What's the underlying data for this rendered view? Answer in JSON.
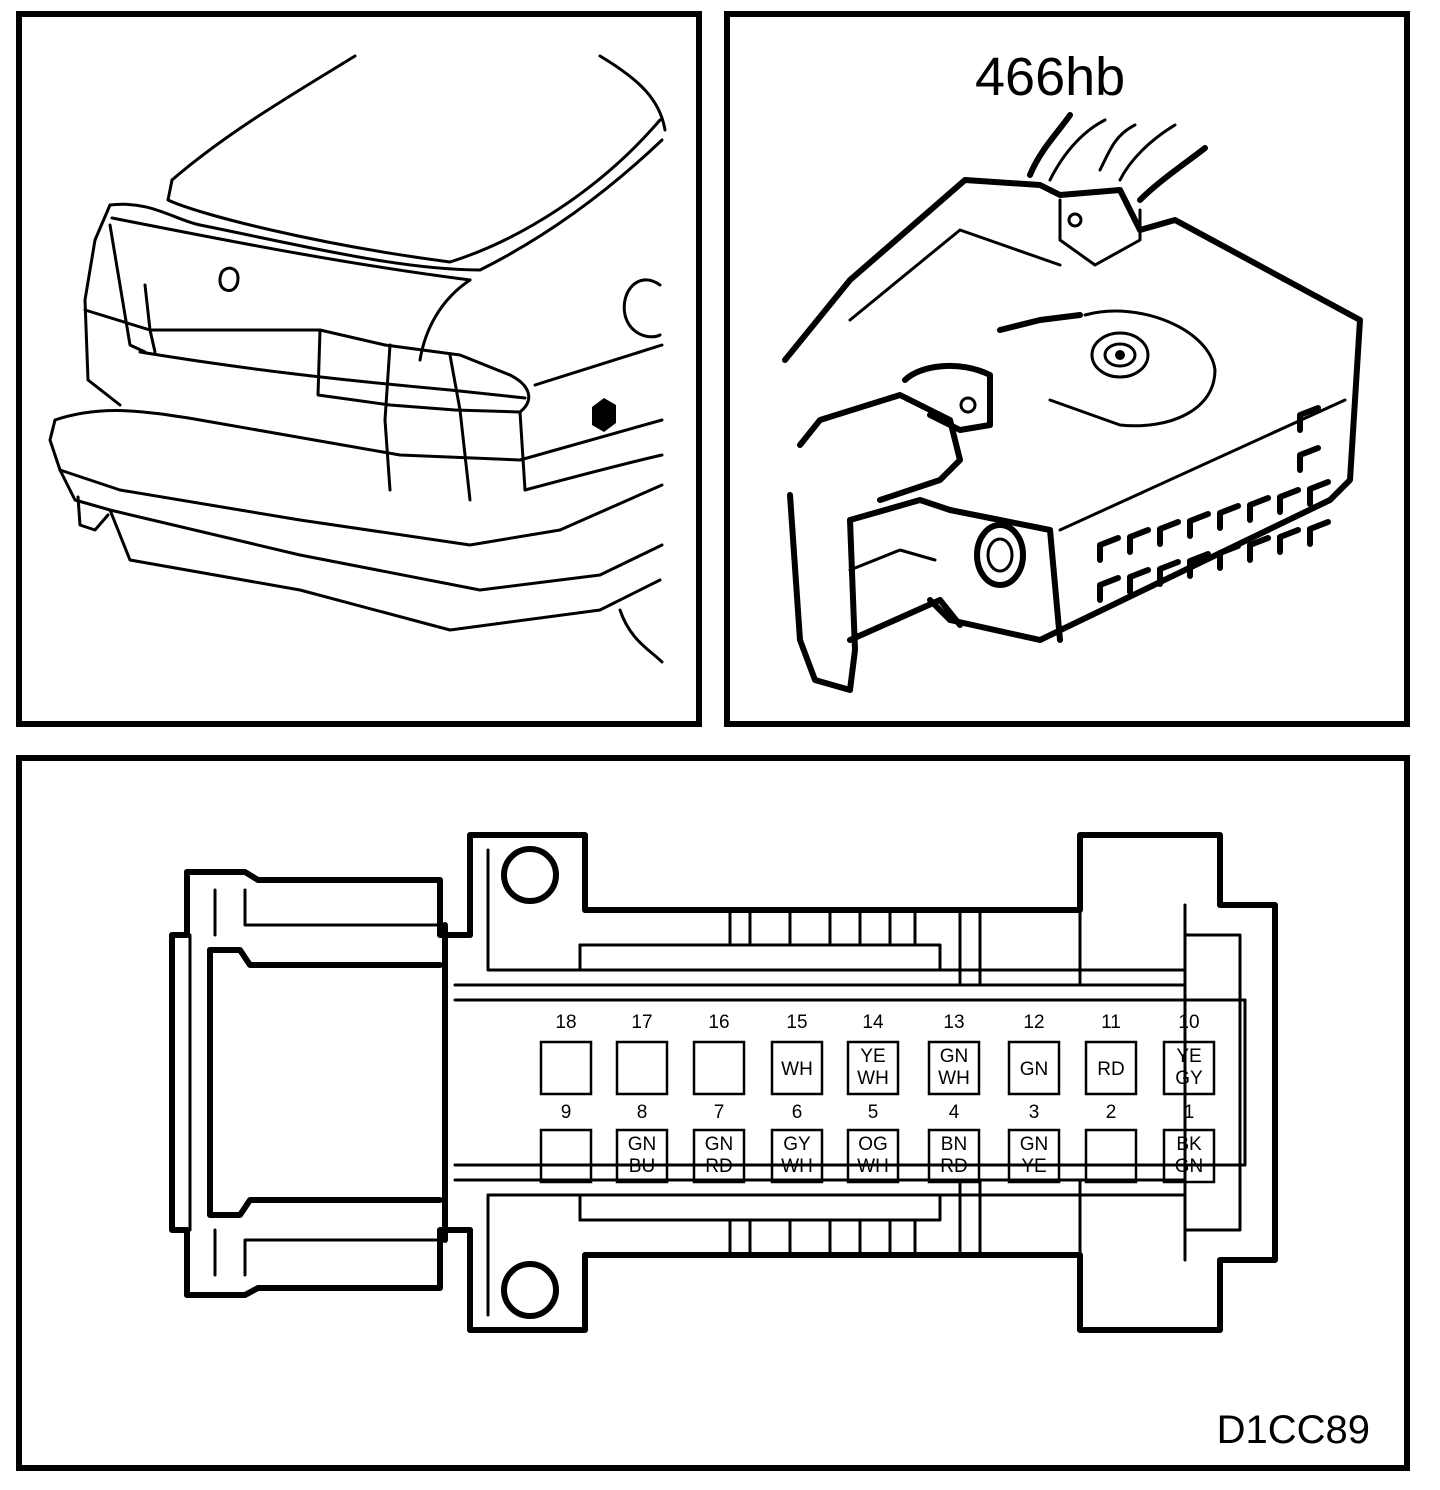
{
  "panels": {
    "connector_label": "466hb",
    "figure_code": "D1CC89"
  },
  "pins": {
    "top_row": [
      {
        "number": "18",
        "colors": []
      },
      {
        "number": "17",
        "colors": []
      },
      {
        "number": "16",
        "colors": []
      },
      {
        "number": "15",
        "colors": [
          "WH"
        ]
      },
      {
        "number": "14",
        "colors": [
          "YE",
          "WH"
        ]
      },
      {
        "number": "13",
        "colors": [
          "GN",
          "WH"
        ]
      },
      {
        "number": "12",
        "colors": [
          "GN"
        ]
      },
      {
        "number": "11",
        "colors": [
          "RD"
        ]
      },
      {
        "number": "10",
        "colors": [
          "YE",
          "GY"
        ]
      }
    ],
    "bottom_row": [
      {
        "number": "9",
        "colors": []
      },
      {
        "number": "8",
        "colors": [
          "GN",
          "BU"
        ]
      },
      {
        "number": "7",
        "colors": [
          "GN",
          "RD"
        ]
      },
      {
        "number": "6",
        "colors": [
          "GY",
          "WH"
        ]
      },
      {
        "number": "5",
        "colors": [
          "OG",
          "WH"
        ]
      },
      {
        "number": "4",
        "colors": [
          "BN",
          "RD"
        ]
      },
      {
        "number": "3",
        "colors": [
          "GN",
          "YE"
        ]
      },
      {
        "number": "2",
        "colors": []
      },
      {
        "number": "1",
        "colors": [
          "BK",
          "GN"
        ]
      }
    ]
  }
}
